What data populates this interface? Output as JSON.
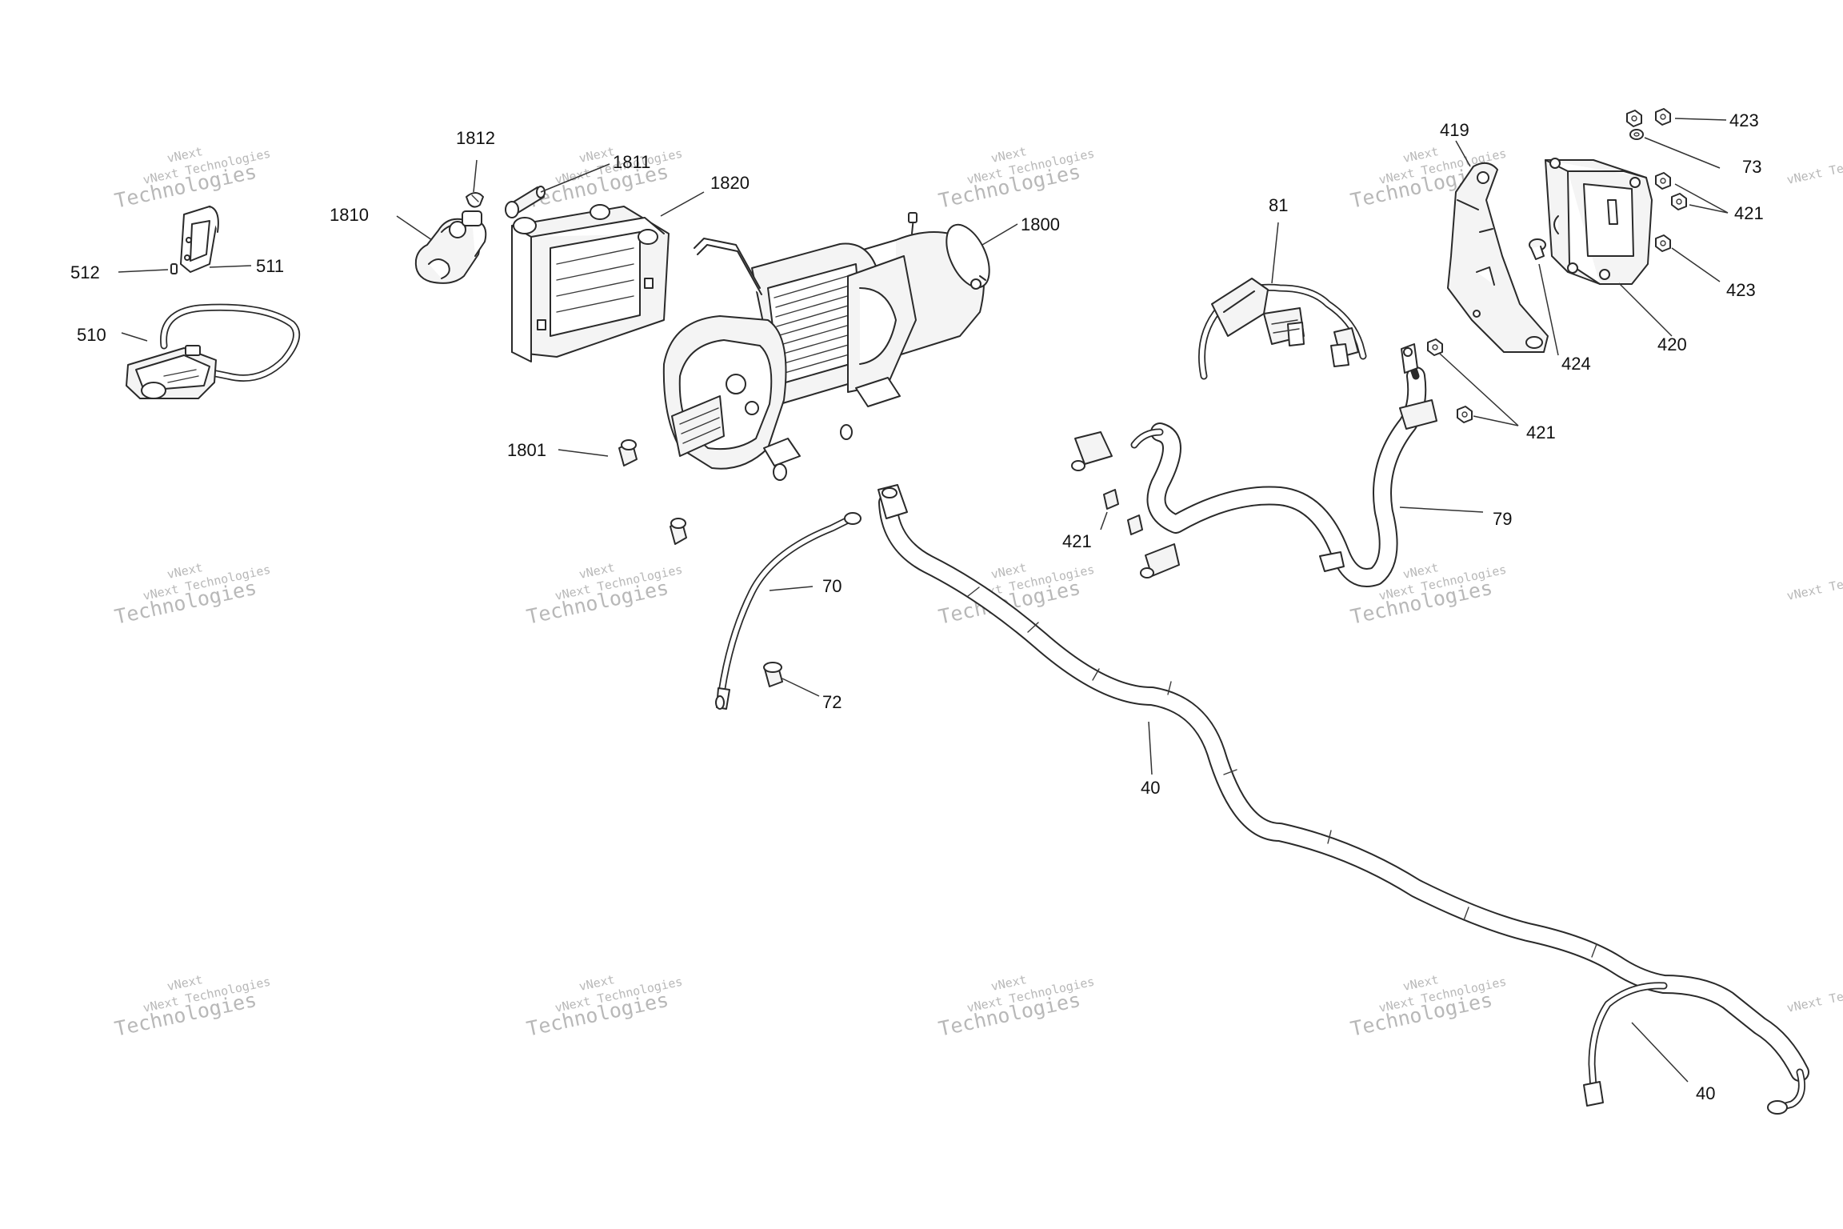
{
  "watermark": {
    "line1": "vNext Technologies",
    "line2": "Technologies",
    "prefix": "vNext"
  },
  "callouts": [
    {
      "id": "c-1812",
      "label": "1812"
    },
    {
      "id": "c-1811",
      "label": "1811"
    },
    {
      "id": "c-1820",
      "label": "1820"
    },
    {
      "id": "c-1810",
      "label": "1810"
    },
    {
      "id": "c-1800",
      "label": "1800"
    },
    {
      "id": "c-1801",
      "label": "1801"
    },
    {
      "id": "c-512",
      "label": "512"
    },
    {
      "id": "c-511",
      "label": "511"
    },
    {
      "id": "c-510",
      "label": "510"
    },
    {
      "id": "c-70",
      "label": "70"
    },
    {
      "id": "c-72",
      "label": "72"
    },
    {
      "id": "c-40a",
      "label": "40"
    },
    {
      "id": "c-40b",
      "label": "40"
    },
    {
      "id": "c-81",
      "label": "81"
    },
    {
      "id": "c-419",
      "label": "419"
    },
    {
      "id": "c-423a",
      "label": "423"
    },
    {
      "id": "c-73",
      "label": "73"
    },
    {
      "id": "c-421a",
      "label": "421"
    },
    {
      "id": "c-423b",
      "label": "423"
    },
    {
      "id": "c-424",
      "label": "424"
    },
    {
      "id": "c-420",
      "label": "420"
    },
    {
      "id": "c-421b",
      "label": "421"
    },
    {
      "id": "c-421c",
      "label": "421"
    },
    {
      "id": "c-79",
      "label": "79"
    }
  ]
}
